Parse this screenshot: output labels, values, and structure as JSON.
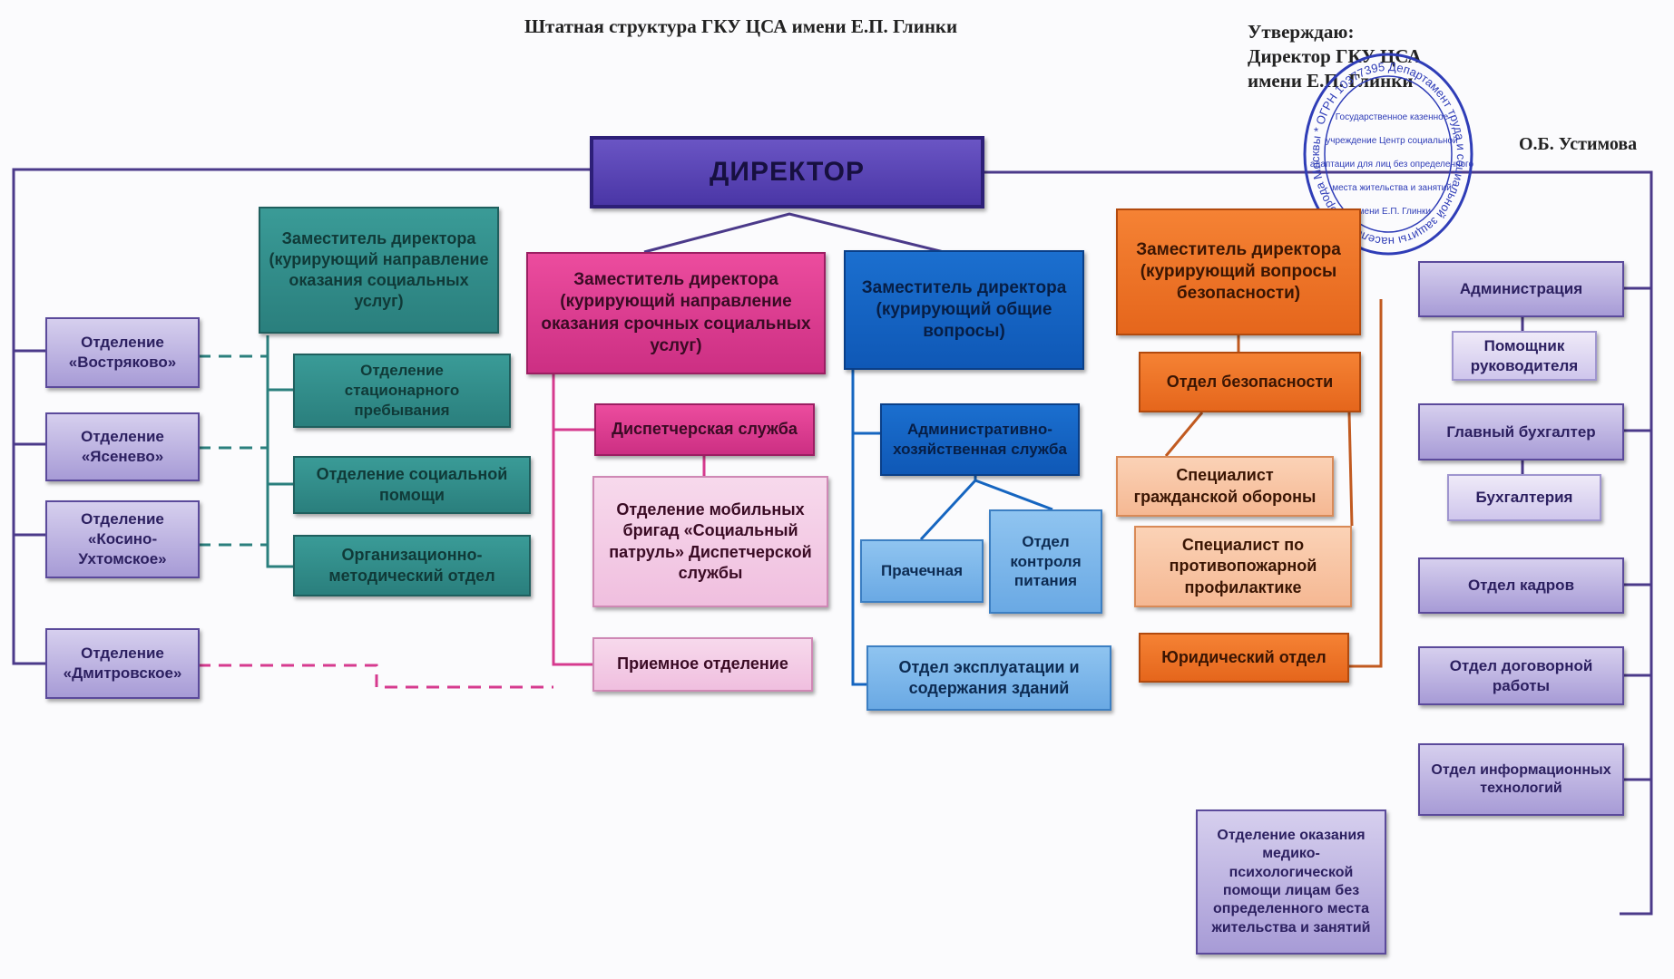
{
  "header": {
    "title": "Штатная структура ГКУ ЦСА имени Е.П. Глинки",
    "approve_1": "Утверждаю:",
    "approve_2": "Директор ГКУ ЦСА",
    "approve_3": "имени Е.П. Глинки",
    "signatory": "О.Б. Устимова"
  },
  "stamp": {
    "line_1": "Государственное казенное",
    "line_2": "учреждение Центр социальной",
    "line_3": "адаптации для лиц без определенного",
    "line_4": "места жительства и занятий",
    "line_5": "имени Е.П. Глинки",
    "ring_text": "Департамент труда и социальной защиты населения города Москвы * ОГРН 1037739518200 *"
  },
  "director": "ДИРЕКТОР",
  "deputies": {
    "social": "Заместитель директора (курирующий направление оказания социальных услуг)",
    "urgent": "Заместитель директора (курирующий направление оказания срочных социальных услуг)",
    "general": "Заместитель директора (курирующий общие вопросы)",
    "security": "Заместитель директора (курирующий вопросы безопасности)"
  },
  "branches": {
    "vostryakovo": "Отделение «Востряково»",
    "yasenevo": "Отделение «Ясенево»",
    "kosino": "Отделение «Косино-Ухтомское»",
    "dmitrovskoe": "Отделение «Дмитровское»"
  },
  "social_units": {
    "stationary": "Отделение стационарного пребывания",
    "social_help": "Отделение социальной помощи",
    "methodical": "Организационно-методический отдел"
  },
  "urgent_units": {
    "dispatch": "Диспетчерская служба",
    "mobile": "Отделение мобильных бригад «Социальный патруль» Диспетчерской службы",
    "reception": "Приемное отделение"
  },
  "general_units": {
    "admin_service": "Административно-хозяйственная служба",
    "laundry": "Прачечная",
    "food_control": "Отдел контроля питания",
    "buildings": "Отдел эксплуатации и содержания зданий"
  },
  "security_units": {
    "security_dept": "Отдел безопасности",
    "civil_defense": "Специалист гражданской обороны",
    "fire": "Специалист по противопожарной профилактике",
    "legal": "Юридический отдел"
  },
  "right_units": {
    "administration": "Администрация",
    "assistant": "Помощник руководителя",
    "chief_accountant": "Главный бухгалтер",
    "accounting": "Бухгалтерия",
    "hr": "Отдел кадров",
    "contracts": "Отдел договорной работы",
    "it": "Отдел информационных технологий",
    "medical": "Отделение оказания медико-психологической помощи лицам без определенного места жительства и занятий"
  },
  "colors": {
    "purple_line": "#4b3a8a",
    "teal": "#2a7f7d",
    "pink": "#d63a8e",
    "blue": "#1565c0",
    "orange": "#ee7322"
  }
}
